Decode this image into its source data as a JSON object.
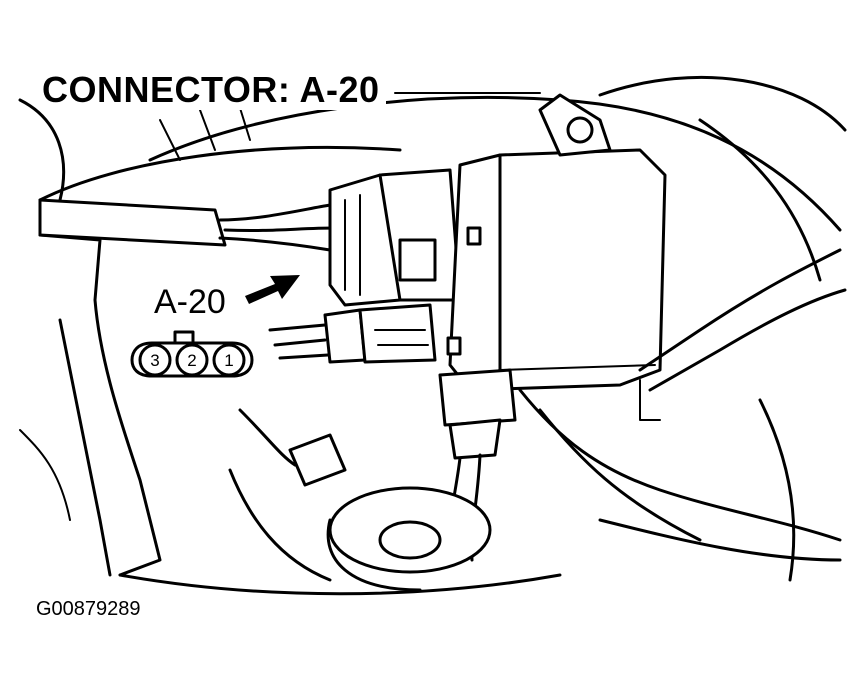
{
  "title": "CONNECTOR: A-20",
  "connector_label": "A-20",
  "figure_id": "G00879289",
  "connector_pins": [
    "3",
    "2",
    "1"
  ],
  "icons": {
    "pointer": "arrow-right-icon"
  }
}
